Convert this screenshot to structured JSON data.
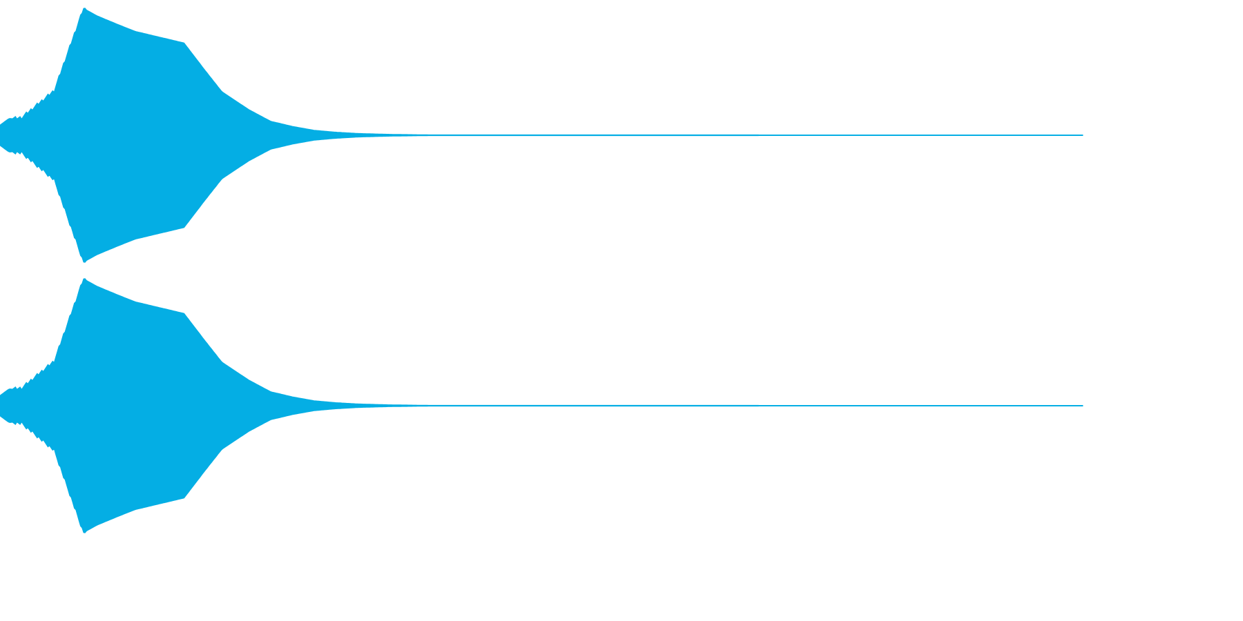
{
  "waveform": {
    "color": "#04aee4",
    "background": "#ffffff",
    "channels": [
      {
        "channel": "upper"
      },
      {
        "channel": "lower"
      }
    ],
    "envelope": [
      {
        "t": 0.0,
        "a": 0.08
      },
      {
        "t": 0.008,
        "a": 0.13
      },
      {
        "t": 0.02,
        "a": 0.14
      },
      {
        "t": 0.05,
        "a": 0.35
      },
      {
        "t": 0.077,
        "a": 0.99
      },
      {
        "t": 0.09,
        "a": 0.93
      },
      {
        "t": 0.11,
        "a": 0.86
      },
      {
        "t": 0.125,
        "a": 0.81
      },
      {
        "t": 0.145,
        "a": 0.77
      },
      {
        "t": 0.17,
        "a": 0.72
      },
      {
        "t": 0.19,
        "a": 0.5
      },
      {
        "t": 0.205,
        "a": 0.34
      },
      {
        "t": 0.23,
        "a": 0.2
      },
      {
        "t": 0.25,
        "a": 0.11
      },
      {
        "t": 0.27,
        "a": 0.07
      },
      {
        "t": 0.29,
        "a": 0.04
      },
      {
        "t": 0.31,
        "a": 0.025
      },
      {
        "t": 0.33,
        "a": 0.015
      },
      {
        "t": 0.36,
        "a": 0.008
      },
      {
        "t": 0.395,
        "a": 0.004
      },
      {
        "t": 1.0,
        "a": 0.003
      }
    ]
  }
}
